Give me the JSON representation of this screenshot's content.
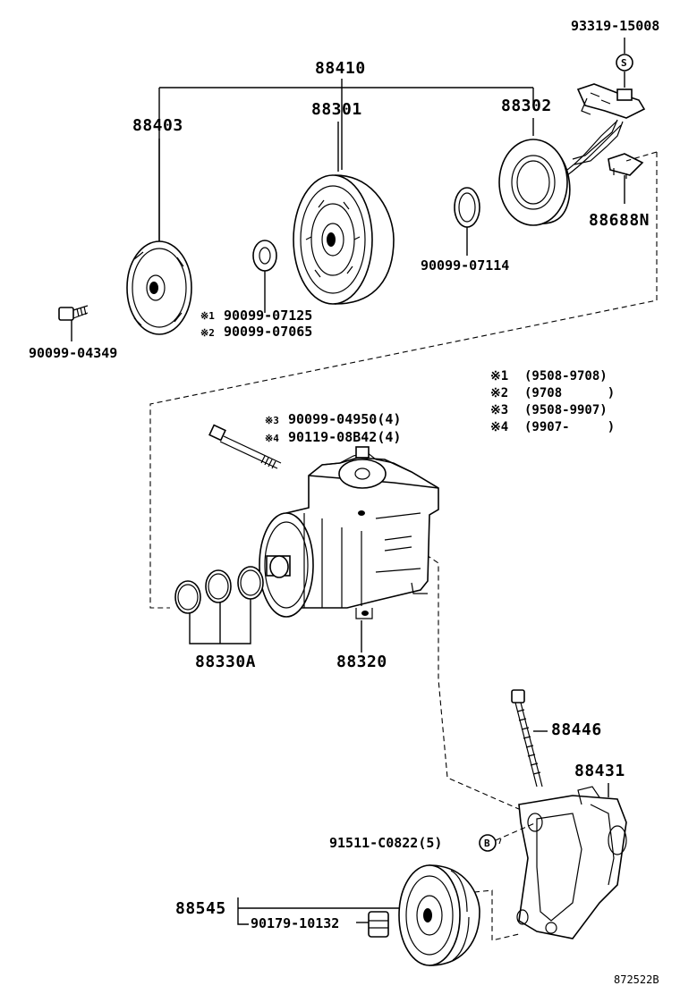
{
  "diagram": {
    "part_numbers": {
      "p88410": "88410",
      "p88403": "88403",
      "p88301": "88301",
      "p88302": "88302",
      "p93319": "93319-15008",
      "p88688N": "88688N",
      "p90099_07114": "90099-07114",
      "p90099_07125": "90099-07125",
      "p90099_07065": "90099-07065",
      "p90099_04349": "90099-04349",
      "p90099_04950": "90099-04950(4)",
      "p90119_08B42": "90119-08B42(4)",
      "p88330A": "88330A",
      "p88320": "88320",
      "p88446": "88446",
      "p88431": "88431",
      "p91511": "91511-C0822(5)",
      "p88545": "88545",
      "p90179": "90179-10132"
    },
    "markers": {
      "s": "S",
      "b": "B",
      "m1": "※1",
      "m2": "※2",
      "m3": "※3",
      "m4": "※4"
    },
    "notes": [
      {
        "mark": "※1",
        "range": "(9508-9708)"
      },
      {
        "mark": "※2",
        "range": "(9708      )"
      },
      {
        "mark": "※3",
        "range": "(9508-9907)"
      },
      {
        "mark": "※4",
        "range": "(9907-     )"
      }
    ],
    "figure_code": "872522B"
  }
}
